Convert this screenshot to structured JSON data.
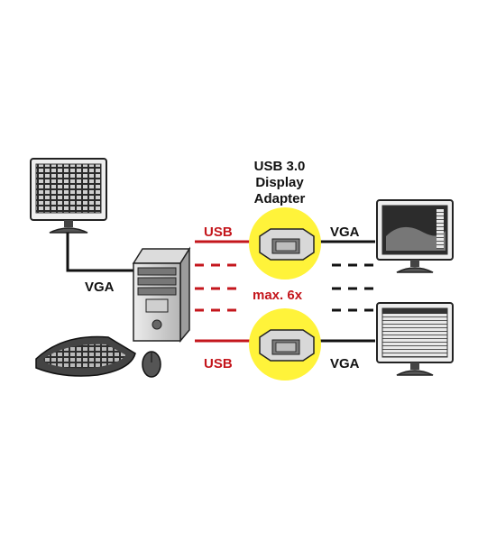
{
  "adapter_title": [
    "USB 3.0",
    "Display",
    "Adapter"
  ],
  "labels": {
    "usb_top": "USB",
    "usb_bottom": "USB",
    "vga_left": "VGA",
    "vga_top_right": "VGA",
    "vga_bottom_right": "VGA",
    "max_count": "max. 6x"
  },
  "colors": {
    "usb_line": "#c4161c",
    "vga_line": "#111111",
    "adapter_highlight": "#fff33a"
  }
}
